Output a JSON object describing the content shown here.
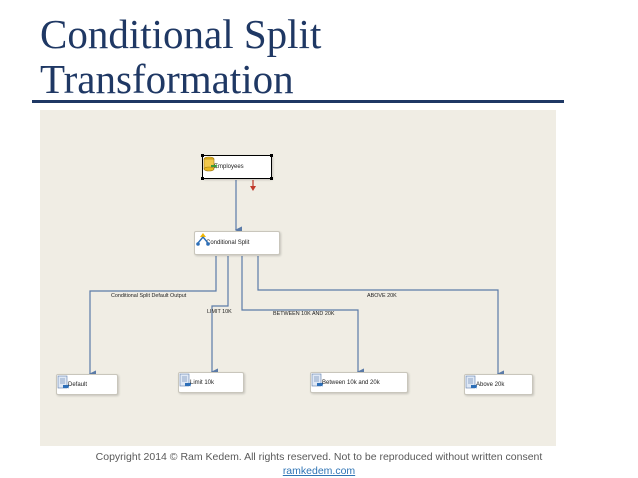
{
  "slide": {
    "title_line1": "Conditional Split",
    "title_line2": "Transformation"
  },
  "designer": {
    "nodes": {
      "employees": "Employees",
      "conditional_split": "Conditional Split",
      "default": "Default",
      "limit": "Limit 10k",
      "between": "Between 10k and 20k",
      "above": "Above 20k"
    },
    "paths": {
      "default_output": "Conditional Split Default Output",
      "limit": "LIMIT 10K",
      "between": "BETWEEN 10K AND 20K",
      "above": "ABOVE 20K"
    }
  },
  "footer": {
    "copyright": "Copyright 2014 © Ram Kedem. All rights reserved. Not to be reproduced without written consent",
    "link": "ramkedem.com"
  },
  "colors": {
    "title": "#1f3864",
    "canvas": "#f0ede4",
    "path_line": "#5b7ba8",
    "error_path": "#c0392b",
    "link": "#2e74b5"
  }
}
